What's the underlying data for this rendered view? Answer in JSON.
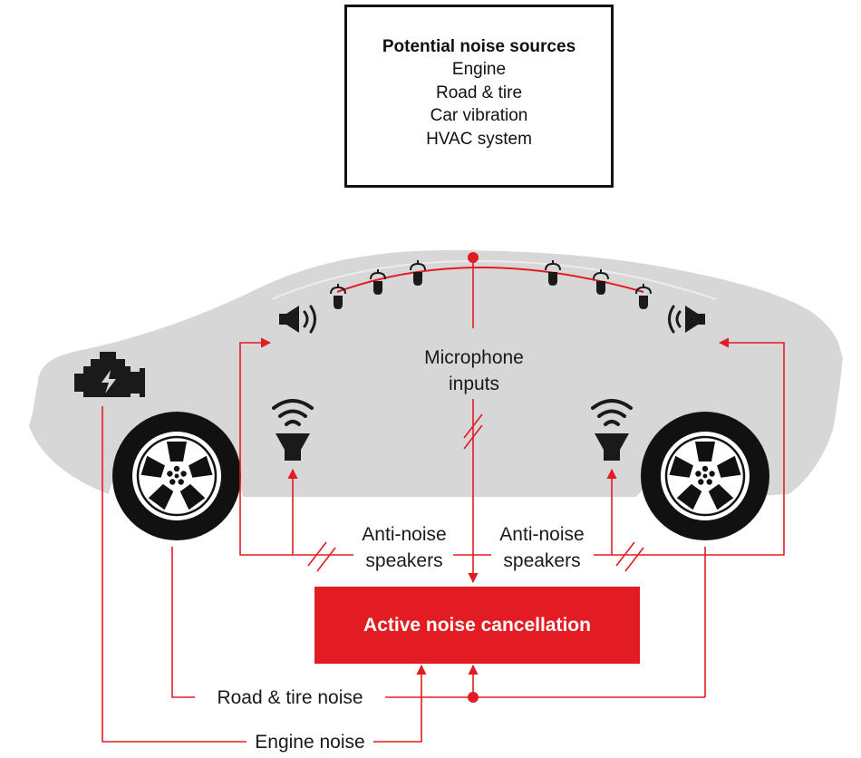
{
  "noise_sources": {
    "title": "Potential noise sources",
    "items": [
      "Engine",
      "Road & tire",
      "Car vibration",
      "HVAC system"
    ]
  },
  "labels": {
    "microphone_line1": "Microphone",
    "microphone_line2": "inputs",
    "anti_noise_left_line1": "Anti-noise",
    "anti_noise_left_line2": "speakers",
    "anti_noise_right_line1": "Anti-noise",
    "anti_noise_right_line2": "speakers",
    "road_tire_noise": "Road & tire noise",
    "engine_noise": "Engine noise"
  },
  "anc_block": {
    "label": "Active noise cancellation"
  },
  "colors": {
    "accent": "#e31b23",
    "car_body": "#d7d7d7",
    "icon": "#1a1a1a",
    "text": "#1a1a1a"
  },
  "icons": [
    "engine-icon",
    "speaker-icon",
    "microphone-icon",
    "wheel-icon"
  ]
}
